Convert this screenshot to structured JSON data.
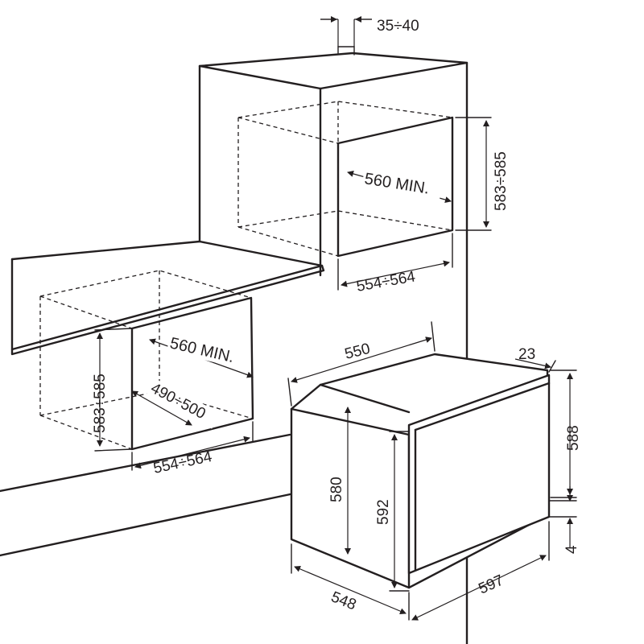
{
  "diagram": {
    "colors": {
      "line": "#231f20",
      "background": "#ffffff"
    },
    "dimensions": {
      "top_gap": "35÷40",
      "upper_niche_height": "583÷585",
      "upper_niche_depth": "560 MIN.",
      "upper_niche_width": "554÷564",
      "lower_niche_depth": "560 MIN.",
      "lower_niche_height": "583÷585",
      "lower_niche_inner": "490÷500",
      "lower_niche_width": "554÷564",
      "oven_depth_top": "550",
      "door_offset": "23",
      "oven_total_height": "588",
      "oven_body_height": "580",
      "oven_front_height": "592",
      "bottom_gap": "4",
      "oven_depth_bottom": "548",
      "oven_width": "597"
    }
  }
}
